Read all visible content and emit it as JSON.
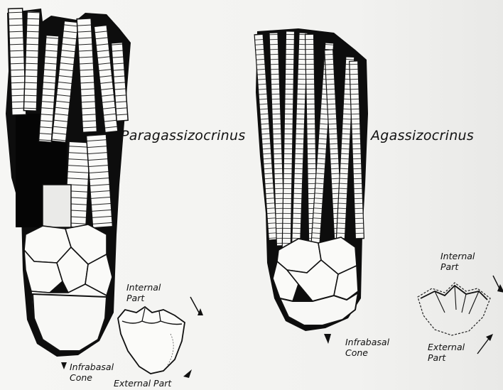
{
  "figure": {
    "left": {
      "name": "Paragassizocrinus",
      "cup_labels": {
        "internal_part": [
          "Internal",
          "Part"
        ],
        "infrabasal_cone": [
          "Infrabasal",
          "Cone"
        ],
        "external_part": "External Part"
      }
    },
    "right": {
      "name": "Agassizocrinus",
      "cup_labels": {
        "internal_part": [
          "Internal",
          "Part"
        ],
        "infrabasal_cone": [
          "Infrabasal",
          "Cone"
        ],
        "external_part": [
          "External",
          "Part"
        ]
      }
    }
  },
  "colors": {
    "ink": "#111111",
    "paper": "#f4f4f2"
  }
}
